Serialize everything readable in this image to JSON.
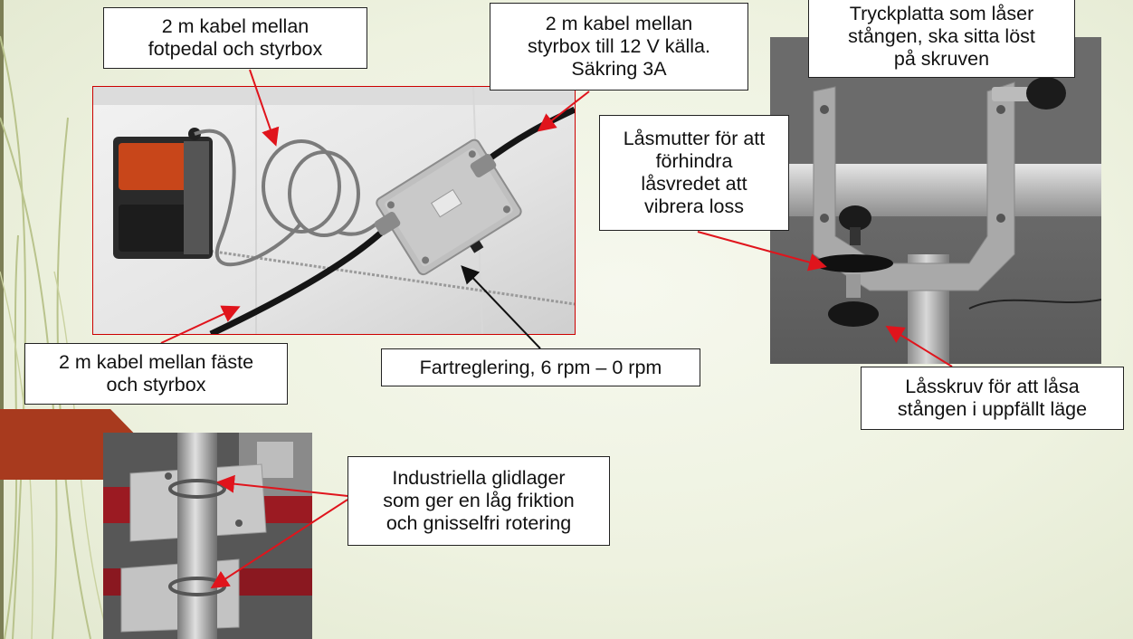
{
  "labels": {
    "cable_pedal": [
      "2 m kabel mellan",
      "fotpedal och styrbox"
    ],
    "cable_power": [
      "2 m kabel mellan",
      "styrbox till 12 V källa.",
      "Säkring 3A"
    ],
    "pressure_plate": [
      "Tryckplatta som låser",
      "stången, ska sitta löst",
      "på skruven"
    ],
    "lock_nut": [
      "Låsmutter för att",
      "förhindra",
      "låsvredet att",
      "vibrera loss"
    ],
    "cable_mount": [
      "2 m kabel mellan fäste",
      "och styrbox"
    ],
    "speed": [
      "Fartreglering, 6 rpm – 0 rpm"
    ],
    "lock_screw": [
      "Låsskruv för att låsa",
      "stången i uppfällt läge"
    ],
    "bearings": [
      "Industriella glidlager",
      "som ger en låg friktion",
      "och gnisselfri rotering"
    ]
  },
  "colors": {
    "arrow": "#e0141c",
    "accent": "#a83a1e",
    "label_border": "#222222"
  }
}
